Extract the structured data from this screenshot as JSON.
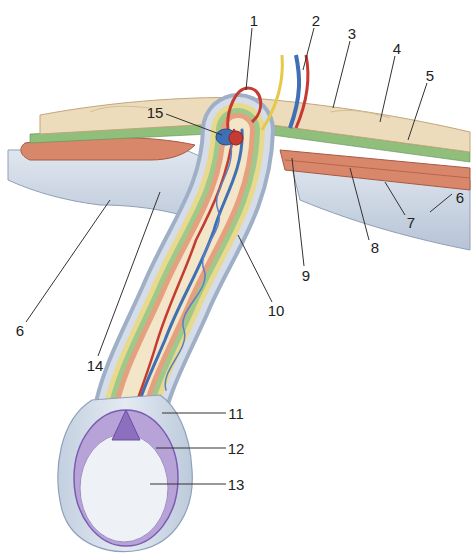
{
  "diagram": {
    "labels": [
      "1",
      "2",
      "3",
      "4",
      "5",
      "15",
      "6",
      "7",
      "8",
      "9",
      "6",
      "14",
      "10",
      "11",
      "12",
      "13"
    ]
  }
}
